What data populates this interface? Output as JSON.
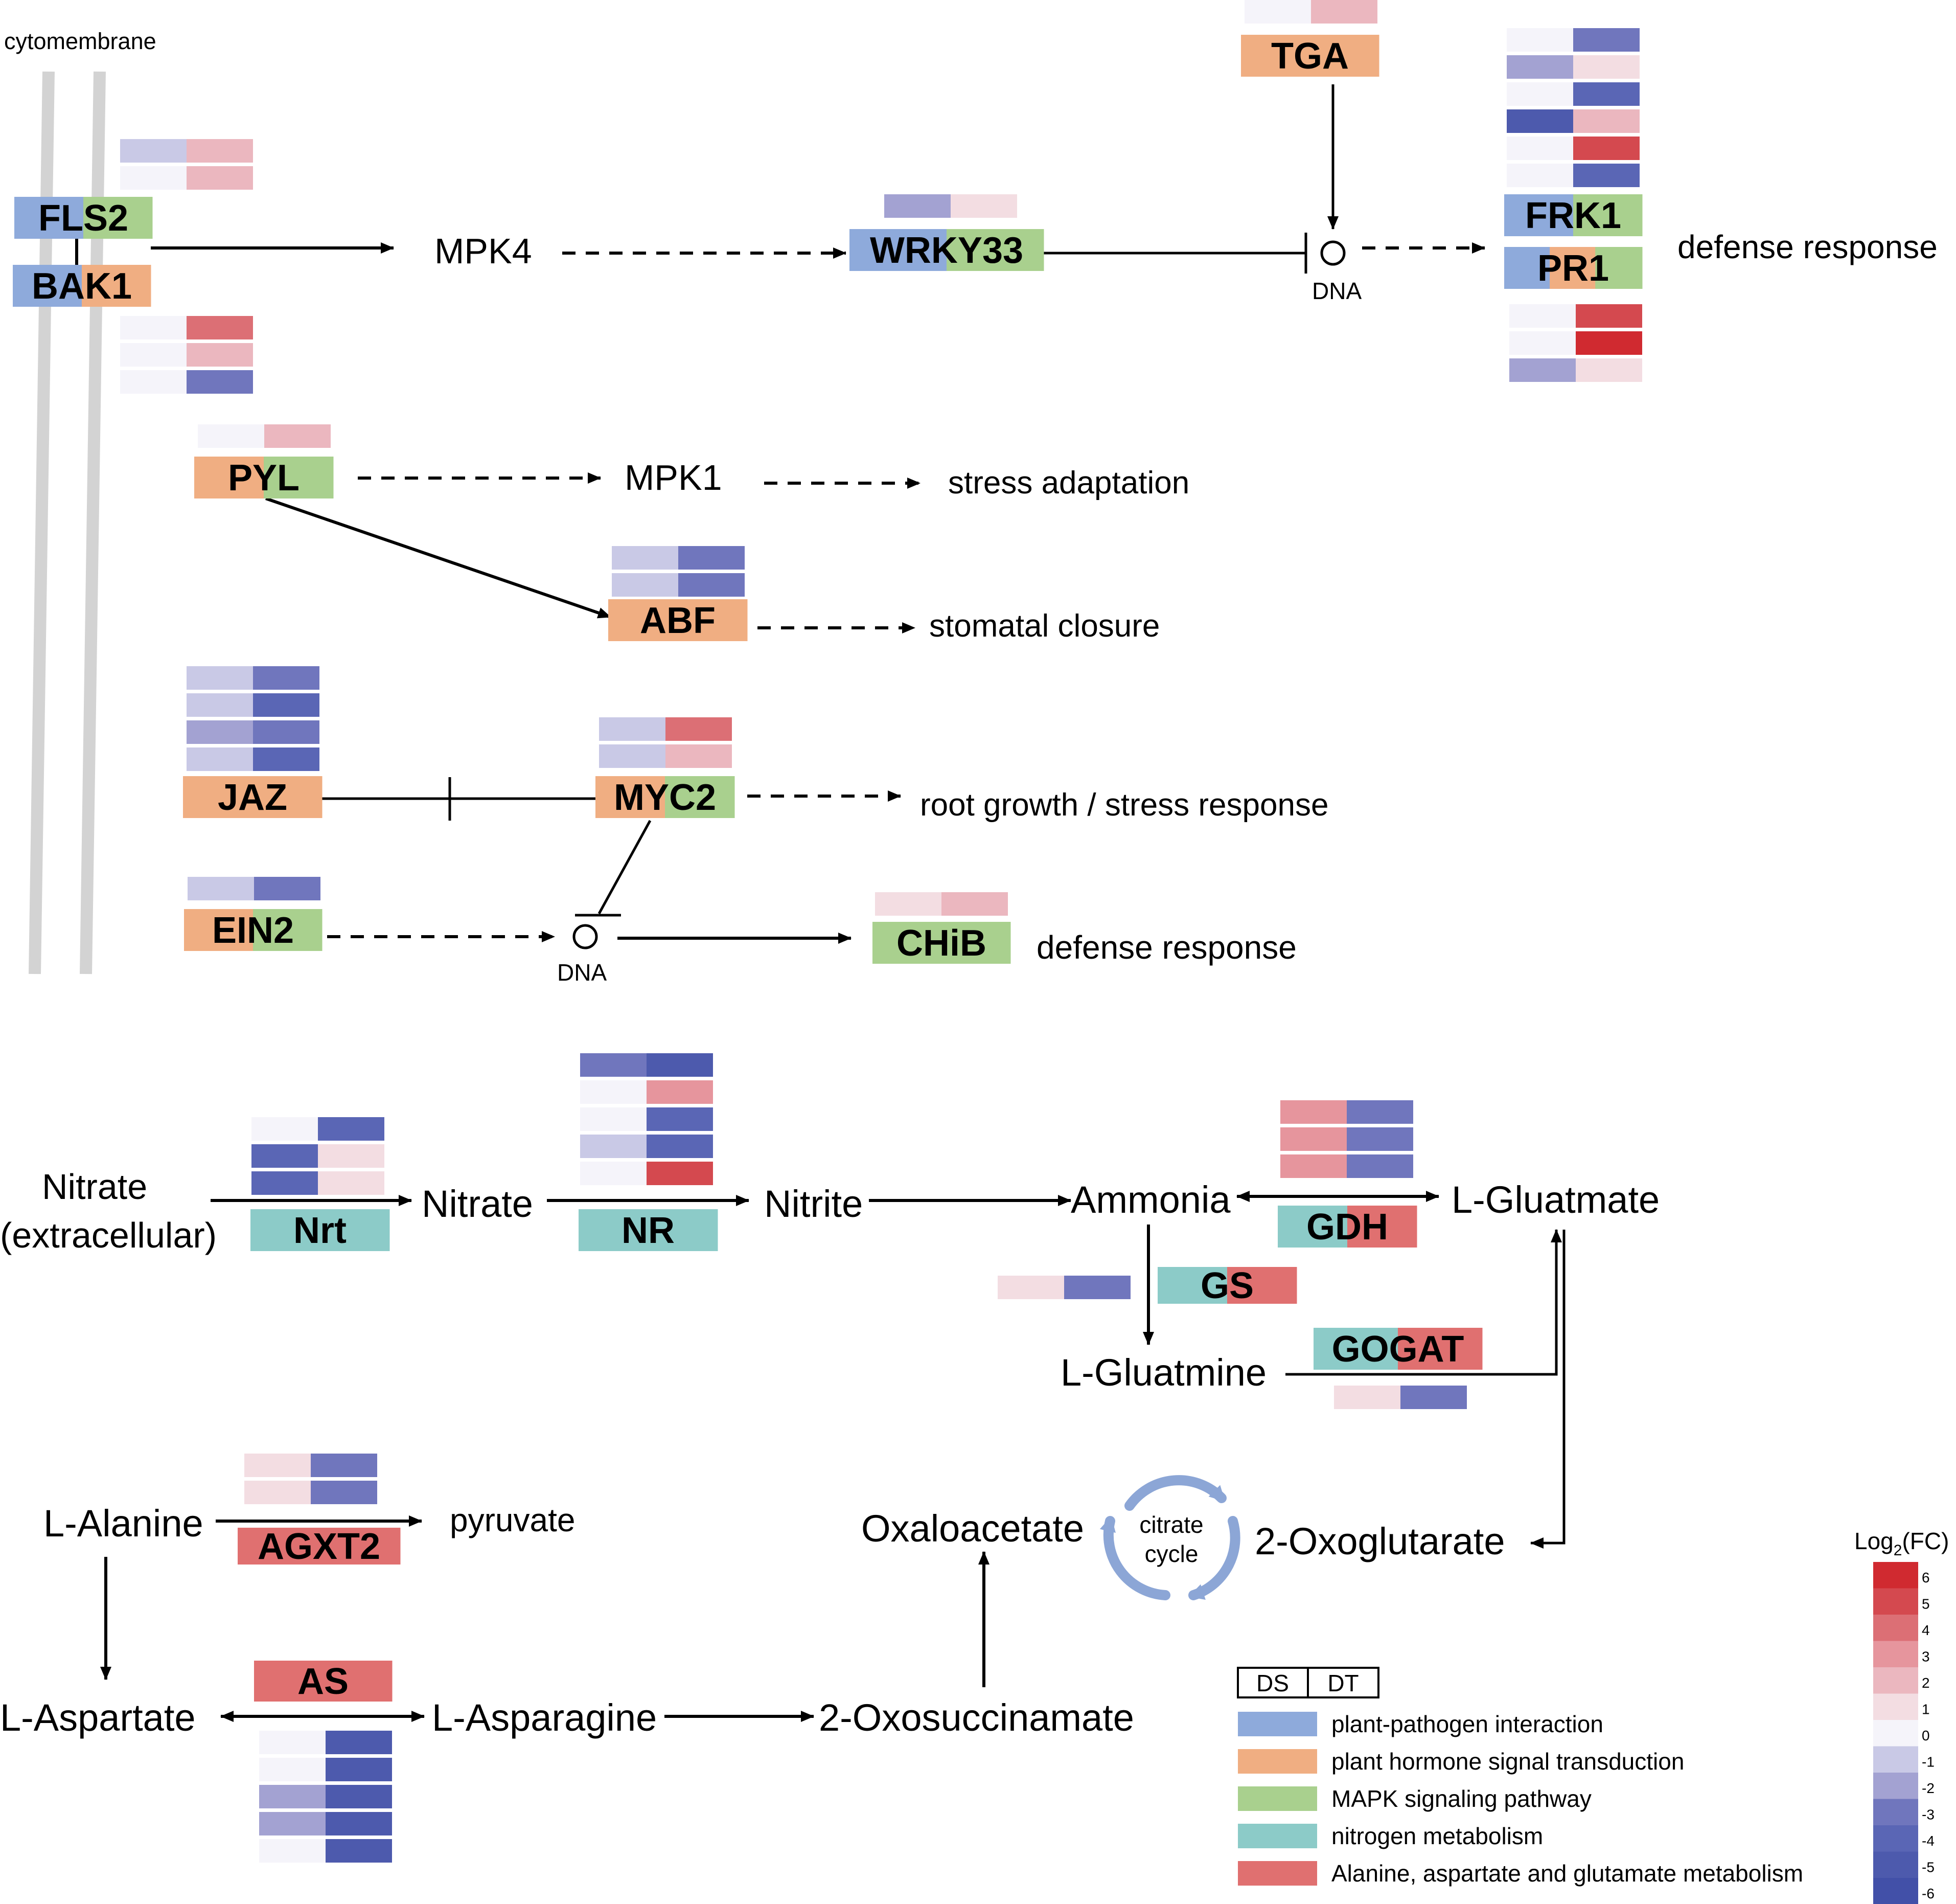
{
  "colors": {
    "membrane": "#d3d3d3",
    "pathogen": "#8eaadb",
    "hormone": "#f0ae82",
    "mapk": "#a9d08e",
    "nitrogen": "#8ccbc8",
    "alanine": "#e07070",
    "cycle": "#8ca6d6",
    "line": "#000000"
  },
  "heat_scale": {
    "-6": "#4250a8",
    "-5": "#4d5aad",
    "-4": "#5a66b5",
    "-3": "#7076bd",
    "-2": "#a3a2d2",
    "-1": "#c9c9e6",
    "0": "#f5f4fa",
    "1": "#f3dde2",
    "2": "#ebb7bf",
    "3": "#e6959d",
    "4": "#dc6f75",
    "5": "#d4494f",
    "6": "#d02a30"
  },
  "labels": {
    "cytomembrane": "cytomembrane",
    "mpk4": "MPK4",
    "mpk1": "MPK1",
    "dna_top": "DNA",
    "dna_bottom": "DNA",
    "defense_response_1": "defense response",
    "defense_response_2": "defense response",
    "stress_adaptation": "stress adaptation",
    "stomatal_closure": "stomatal closure",
    "root_growth": "root growth / stress response",
    "nitrate_ext_1": "Nitrate",
    "nitrate_ext_2": "(extracellular)",
    "nitrate": "Nitrate",
    "nitrite": "Nitrite",
    "ammonia": "Ammonia",
    "l_glutamate": "L-Gluatmate",
    "l_glutamine": "L-Gluatmine",
    "oxoglutarate": "2-Oxoglutarate",
    "oxaloacetate": "Oxaloacetate",
    "citrate_1": "citrate",
    "citrate_2": "cycle",
    "l_alanine": "L-Alanine",
    "pyruvate": "pyruvate",
    "l_aspartate": "L-Aspartate",
    "l_asparagine": "L-Asparagine",
    "oxosuccinamate": "2-Oxosuccinamate"
  },
  "genes": {
    "TGA": "TGA",
    "FLS2": "FLS2",
    "BAK1": "BAK1",
    "WRKY33": "WRKY33",
    "FRK1": "FRK1",
    "PR1": "PR1",
    "PYL": "PYL",
    "ABF": "ABF",
    "JAZ": "JAZ",
    "MYC2": "MYC2",
    "EIN2": "EIN2",
    "CHiB": "CHiB",
    "Nrt": "Nrt",
    "NR": "NR",
    "GDH": "GDH",
    "GS": "GS",
    "GOGAT": "GOGAT",
    "AGXT2": "AGXT2",
    "AS": "AS"
  },
  "heatmaps": {
    "TGA": [
      [
        0,
        2
      ]
    ],
    "FLS2": [
      [
        -1,
        2
      ],
      [
        0,
        2
      ]
    ],
    "BAK1": [
      [
        0,
        4
      ],
      [
        0,
        2
      ],
      [
        0,
        -3
      ]
    ],
    "WRKY33": [
      [
        -2,
        1
      ]
    ],
    "FRK1": [
      [
        0,
        -3
      ],
      [
        -2,
        1
      ],
      [
        0,
        -4
      ],
      [
        -5,
        2
      ],
      [
        0,
        5
      ],
      [
        0,
        -4
      ]
    ],
    "PR1": [
      [
        0,
        5
      ],
      [
        0,
        6
      ],
      [
        -2,
        1
      ]
    ],
    "PYL": [
      [
        0,
        2
      ]
    ],
    "ABF": [
      [
        -1,
        -3
      ],
      [
        -1,
        -3
      ]
    ],
    "JAZ": [
      [
        -1,
        -3
      ],
      [
        -1,
        -4
      ],
      [
        -2,
        -3
      ],
      [
        -1,
        -4
      ]
    ],
    "MYC2": [
      [
        -1,
        4
      ],
      [
        -1,
        2
      ]
    ],
    "EIN2": [
      [
        -1,
        -3
      ]
    ],
    "CHiB": [
      [
        1,
        2
      ]
    ],
    "Nrt": [
      [
        0,
        -4
      ],
      [
        -4,
        1
      ],
      [
        -4,
        1
      ]
    ],
    "NR": [
      [
        -3,
        -5
      ],
      [
        0,
        3
      ],
      [
        0,
        -4
      ],
      [
        -1,
        -4
      ],
      [
        0,
        5
      ]
    ],
    "GDH": [
      [
        3,
        -3
      ],
      [
        3,
        -3
      ],
      [
        3,
        -3
      ]
    ],
    "GS": [
      [
        1,
        -3
      ]
    ],
    "GOGAT": [
      [
        1,
        -3
      ]
    ],
    "AGXT2": [
      [
        1,
        -3
      ],
      [
        1,
        -3
      ]
    ],
    "AS": [
      [
        0,
        -5
      ],
      [
        0,
        -5
      ],
      [
        -2,
        -5
      ],
      [
        -2,
        -5
      ],
      [
        0,
        -5
      ]
    ]
  },
  "legend": {
    "ds": "DS",
    "dt": "DT",
    "items": [
      {
        "label": "plant-pathogen interaction",
        "color": "#8eaadb"
      },
      {
        "label": " plant hormone signal transduction",
        "color": "#f0ae82"
      },
      {
        "label": "MAPK signaling pathway",
        "color": "#a9d08e"
      },
      {
        "label": "nitrogen metabolism",
        "color": "#8ccbc8"
      },
      {
        "label": "Alanine, aspartate and glutamate metabolism",
        "color": "#e07070"
      }
    ],
    "scale_title": "Log",
    "scale_sub": "2",
    "scale_title_end": "(FC)",
    "scale_ticks": [
      "6",
      "5",
      "4",
      "3",
      "2",
      "1",
      "0",
      "-1",
      "-2",
      "-3",
      "-4",
      "-5",
      "-6"
    ]
  }
}
